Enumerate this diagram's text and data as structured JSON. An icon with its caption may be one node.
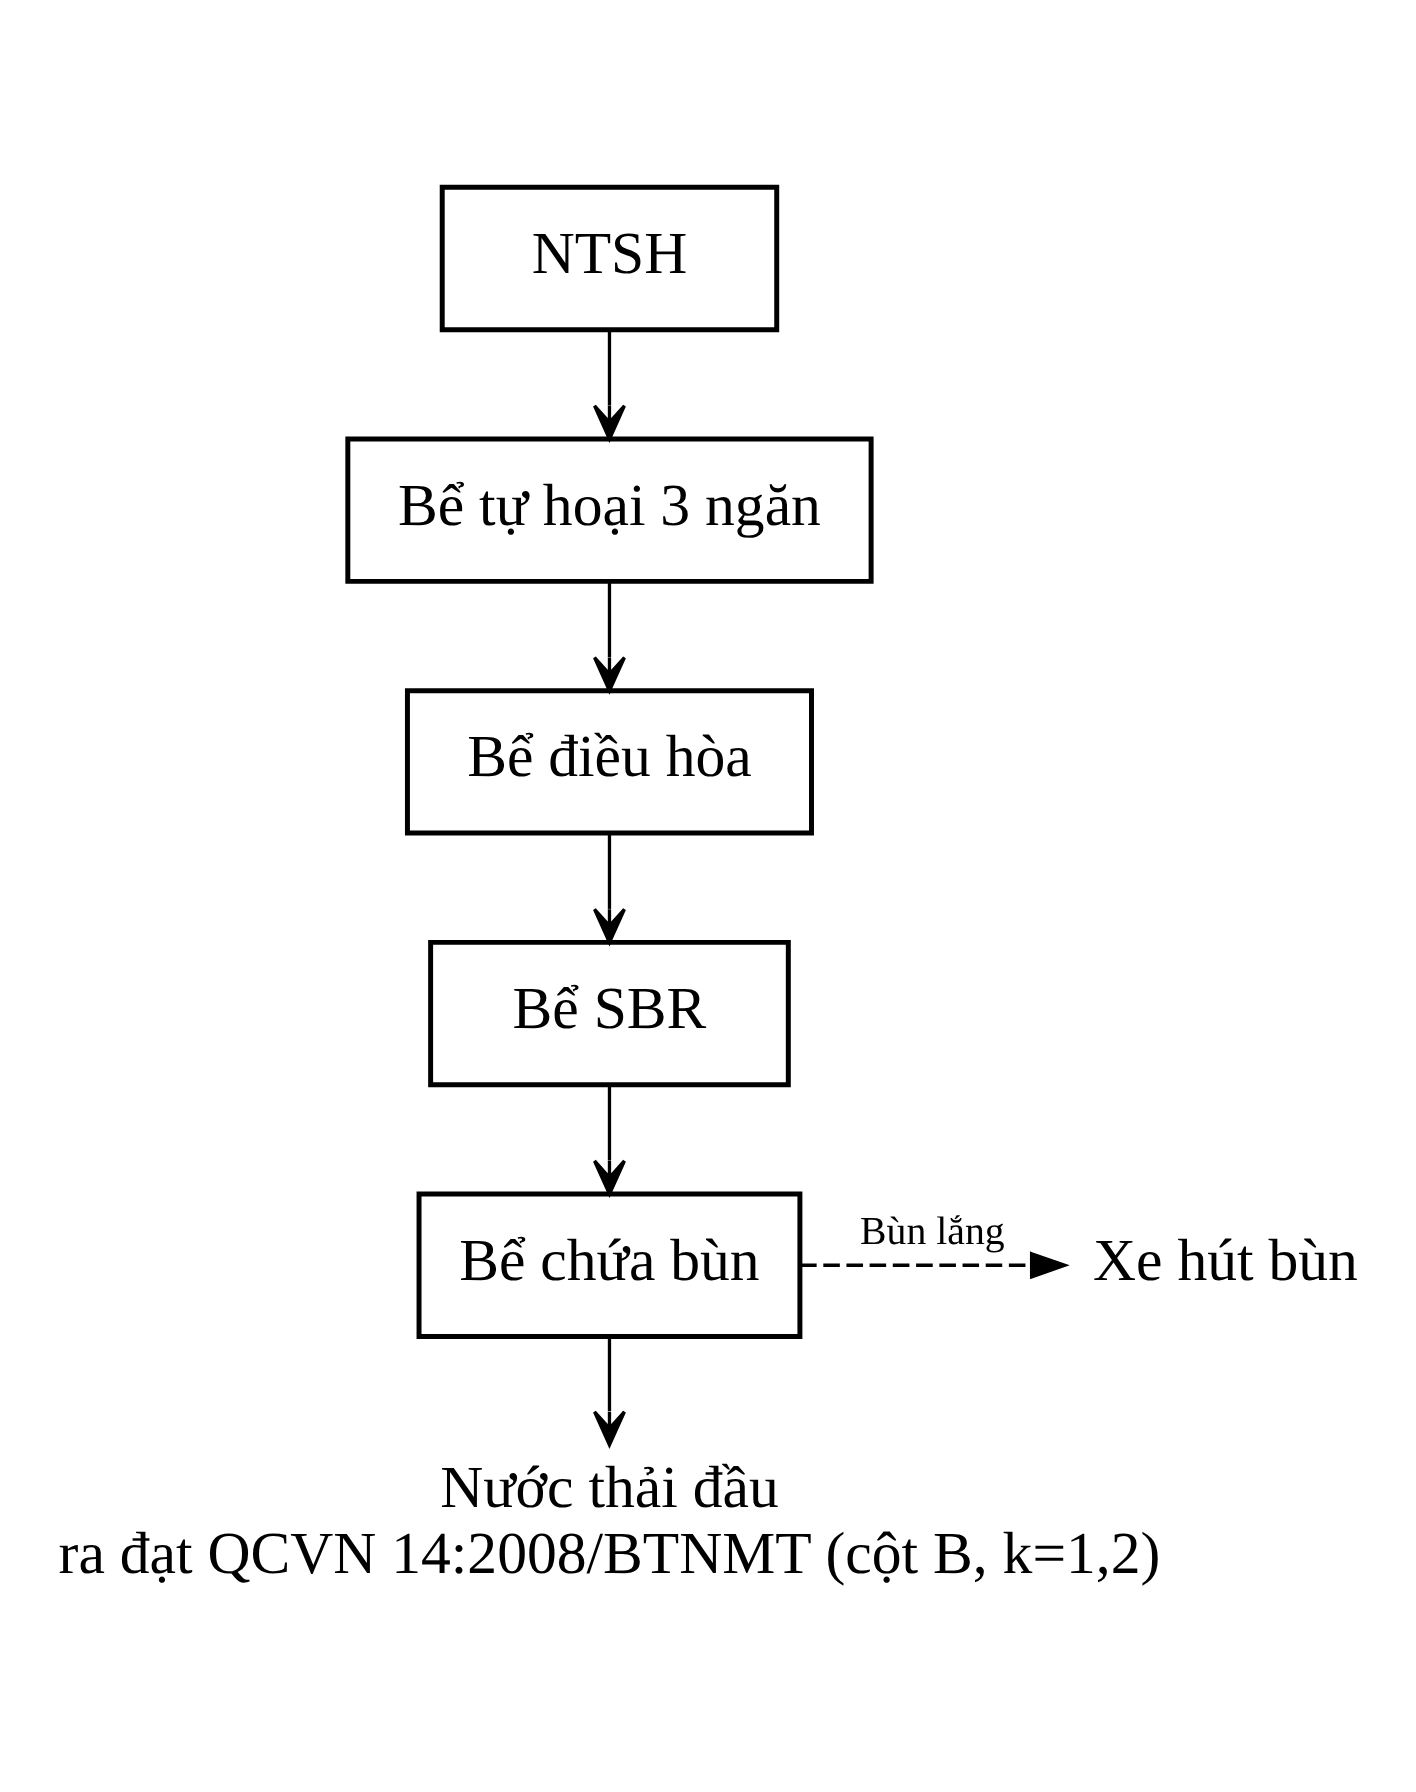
{
  "diagram": {
    "nodes": [
      {
        "text": [
          "NTSH"
        ]
      },
      {
        "text": [
          "Bể tự hoại 3 ngăn"
        ]
      },
      {
        "text": [
          "Bể điều hòa"
        ]
      },
      {
        "text": [
          "Bể SBR"
        ]
      },
      {
        "text": [
          "Bể chứa bùn"
        ]
      },
      {
        "text": [
          "Xe hút bùn"
        ]
      },
      {
        "text": [
          "Nước thải đầu ra đạt QCVN 14:2008/BTNMT (cột B, k=1,2)"
        ]
      }
    ],
    "edges": [
      {
        "from": 0,
        "to": 1,
        "arrow": "to"
      },
      {
        "from": 1,
        "to": 2,
        "arrow": "to"
      },
      {
        "from": 2,
        "to": 3,
        "arrow": "to"
      },
      {
        "from": 3,
        "to": 4,
        "arrow": "to"
      },
      {
        "from": 4,
        "to": 5,
        "arrow": "to",
        "label": "Bùn lắng",
        "style": "dashed"
      },
      {
        "from": 4,
        "to": 6,
        "arrow": "to"
      }
    ]
  }
}
